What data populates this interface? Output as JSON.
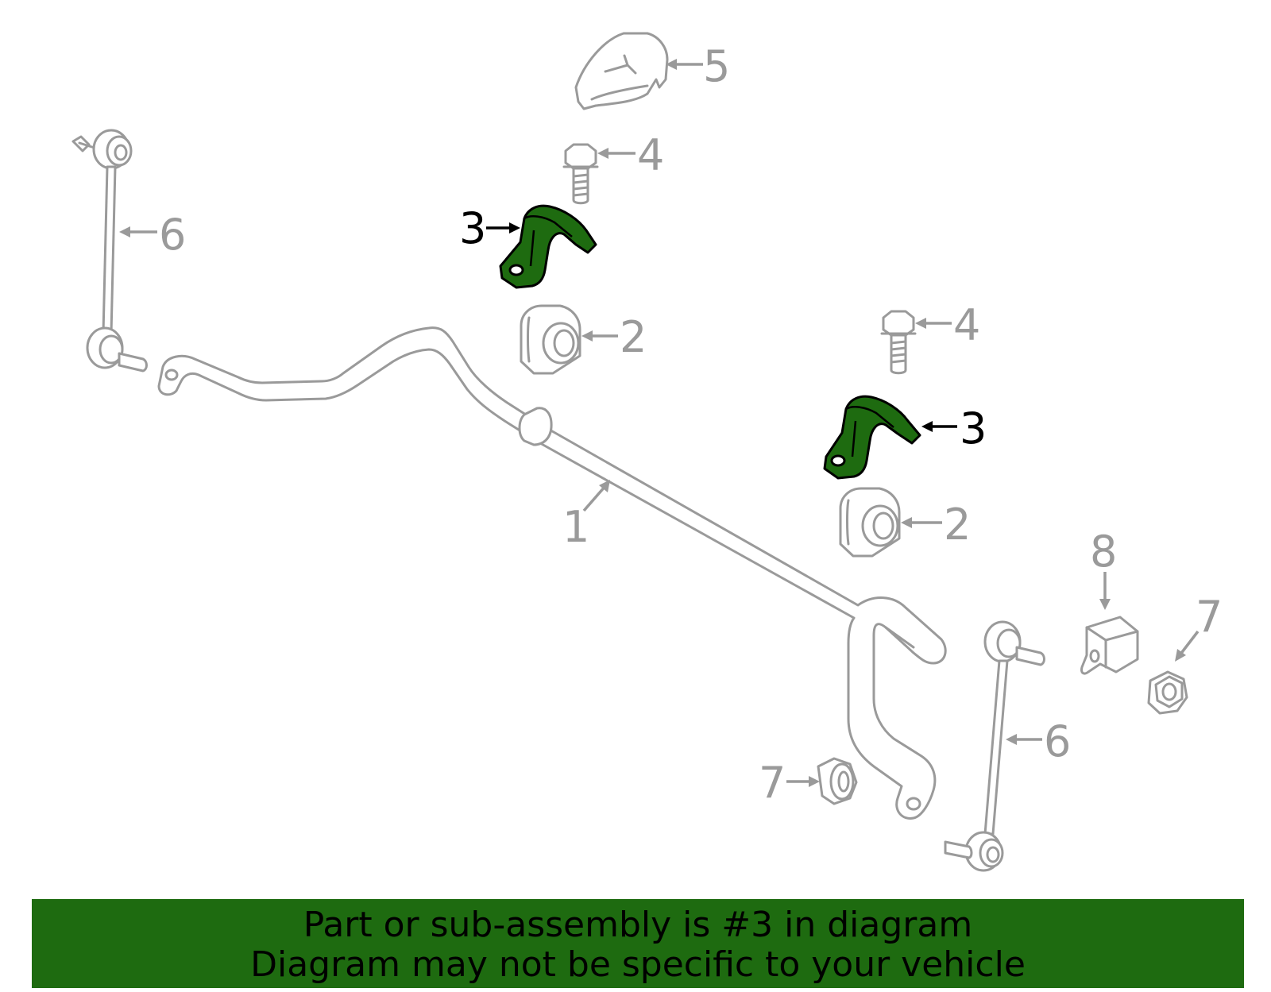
{
  "diagram": {
    "callouts": {
      "sway_bar": "1",
      "bushing_left": "2",
      "bushing_right": "2",
      "bracket_left": "3",
      "bracket_right": "3",
      "bolt_top": "4",
      "bolt_right": "4",
      "cover": "5",
      "link_left": "6",
      "link_right": "6",
      "nut_left": "7",
      "nut_right": "7",
      "clip": "8"
    },
    "highlight_color": "#1e6b10",
    "part_color": "#9a9a9a"
  },
  "banner": {
    "line1": "Part or sub-assembly is #3 in diagram",
    "line2": "Diagram may not be specific to your vehicle",
    "background": "#1e6b10"
  }
}
